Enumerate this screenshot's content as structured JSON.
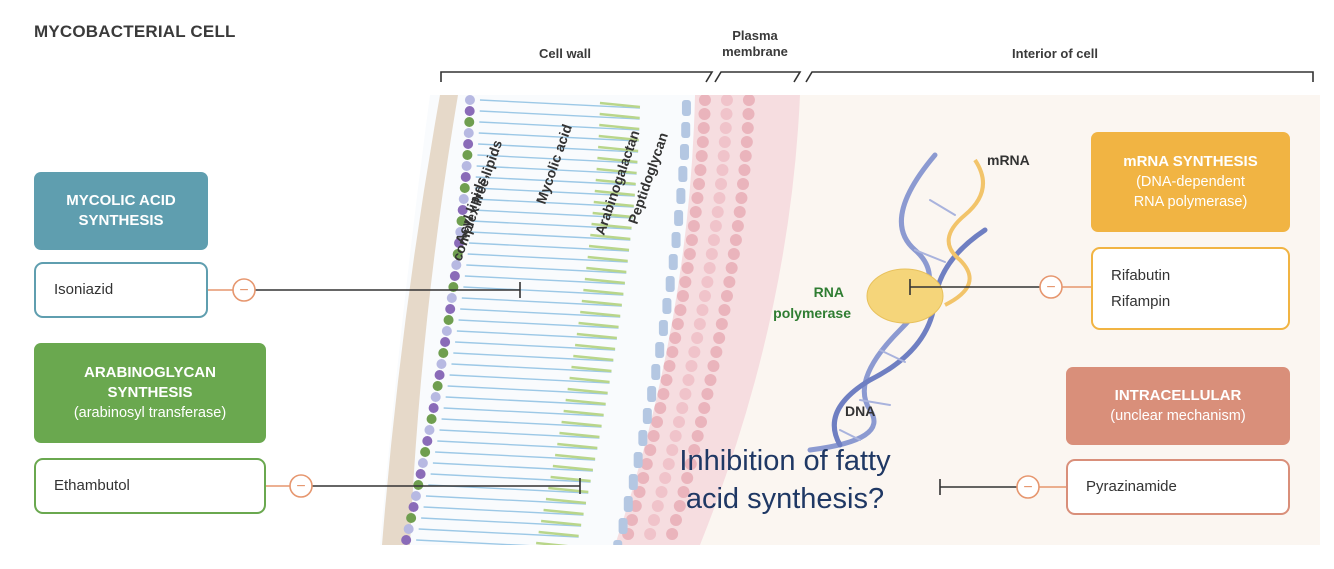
{
  "title": "MYCOBACTERIAL CELL",
  "regions": {
    "cell_wall": "Cell wall",
    "plasma_membrane_line1": "Plasma",
    "plasma_membrane_line2": "membrane",
    "interior": "Interior of cell"
  },
  "layer_labels": {
    "acyl_lipids": "Acyl lipids,",
    "complex_free_lipids": "complex free lipids",
    "mycolic_acid": "Mycolic acid",
    "arabinogalactan": "Arabinogalactan",
    "peptidoglycan": "Peptidoglycan"
  },
  "molecule_labels": {
    "mrna": "mRNA",
    "rna_polymerase_line1": "RNA",
    "rna_polymerase_line2": "polymerase",
    "dna": "DNA"
  },
  "targets": {
    "mycolic": {
      "line1": "MYCOLIC ACID",
      "line2": "SYNTHESIS",
      "drug": "Isoniazid",
      "color": "#5f9eaf"
    },
    "arabinoglycan": {
      "line1": "ARABINOGLYCAN",
      "line2": "SYNTHESIS",
      "line3": "(arabinosyl transferase)",
      "drug": "Ethambutol",
      "color": "#6aa84f"
    },
    "mrna": {
      "line1": "mRNA SYNTHESIS",
      "line2": "(DNA-dependent",
      "line3": "RNA polymerase)",
      "drugs": [
        "Rifabutin",
        "Rifampin"
      ],
      "color": "#f1b443"
    },
    "intracellular": {
      "line1": "INTRACELLULAR",
      "line2": "(unclear mechanism)",
      "drug": "Pyrazinamide",
      "color": "#d98f7a"
    }
  },
  "inhibit_symbol": "−",
  "overlay": {
    "line1": "Inhibition of fatty",
    "line2": "acid synthesis?"
  }
}
